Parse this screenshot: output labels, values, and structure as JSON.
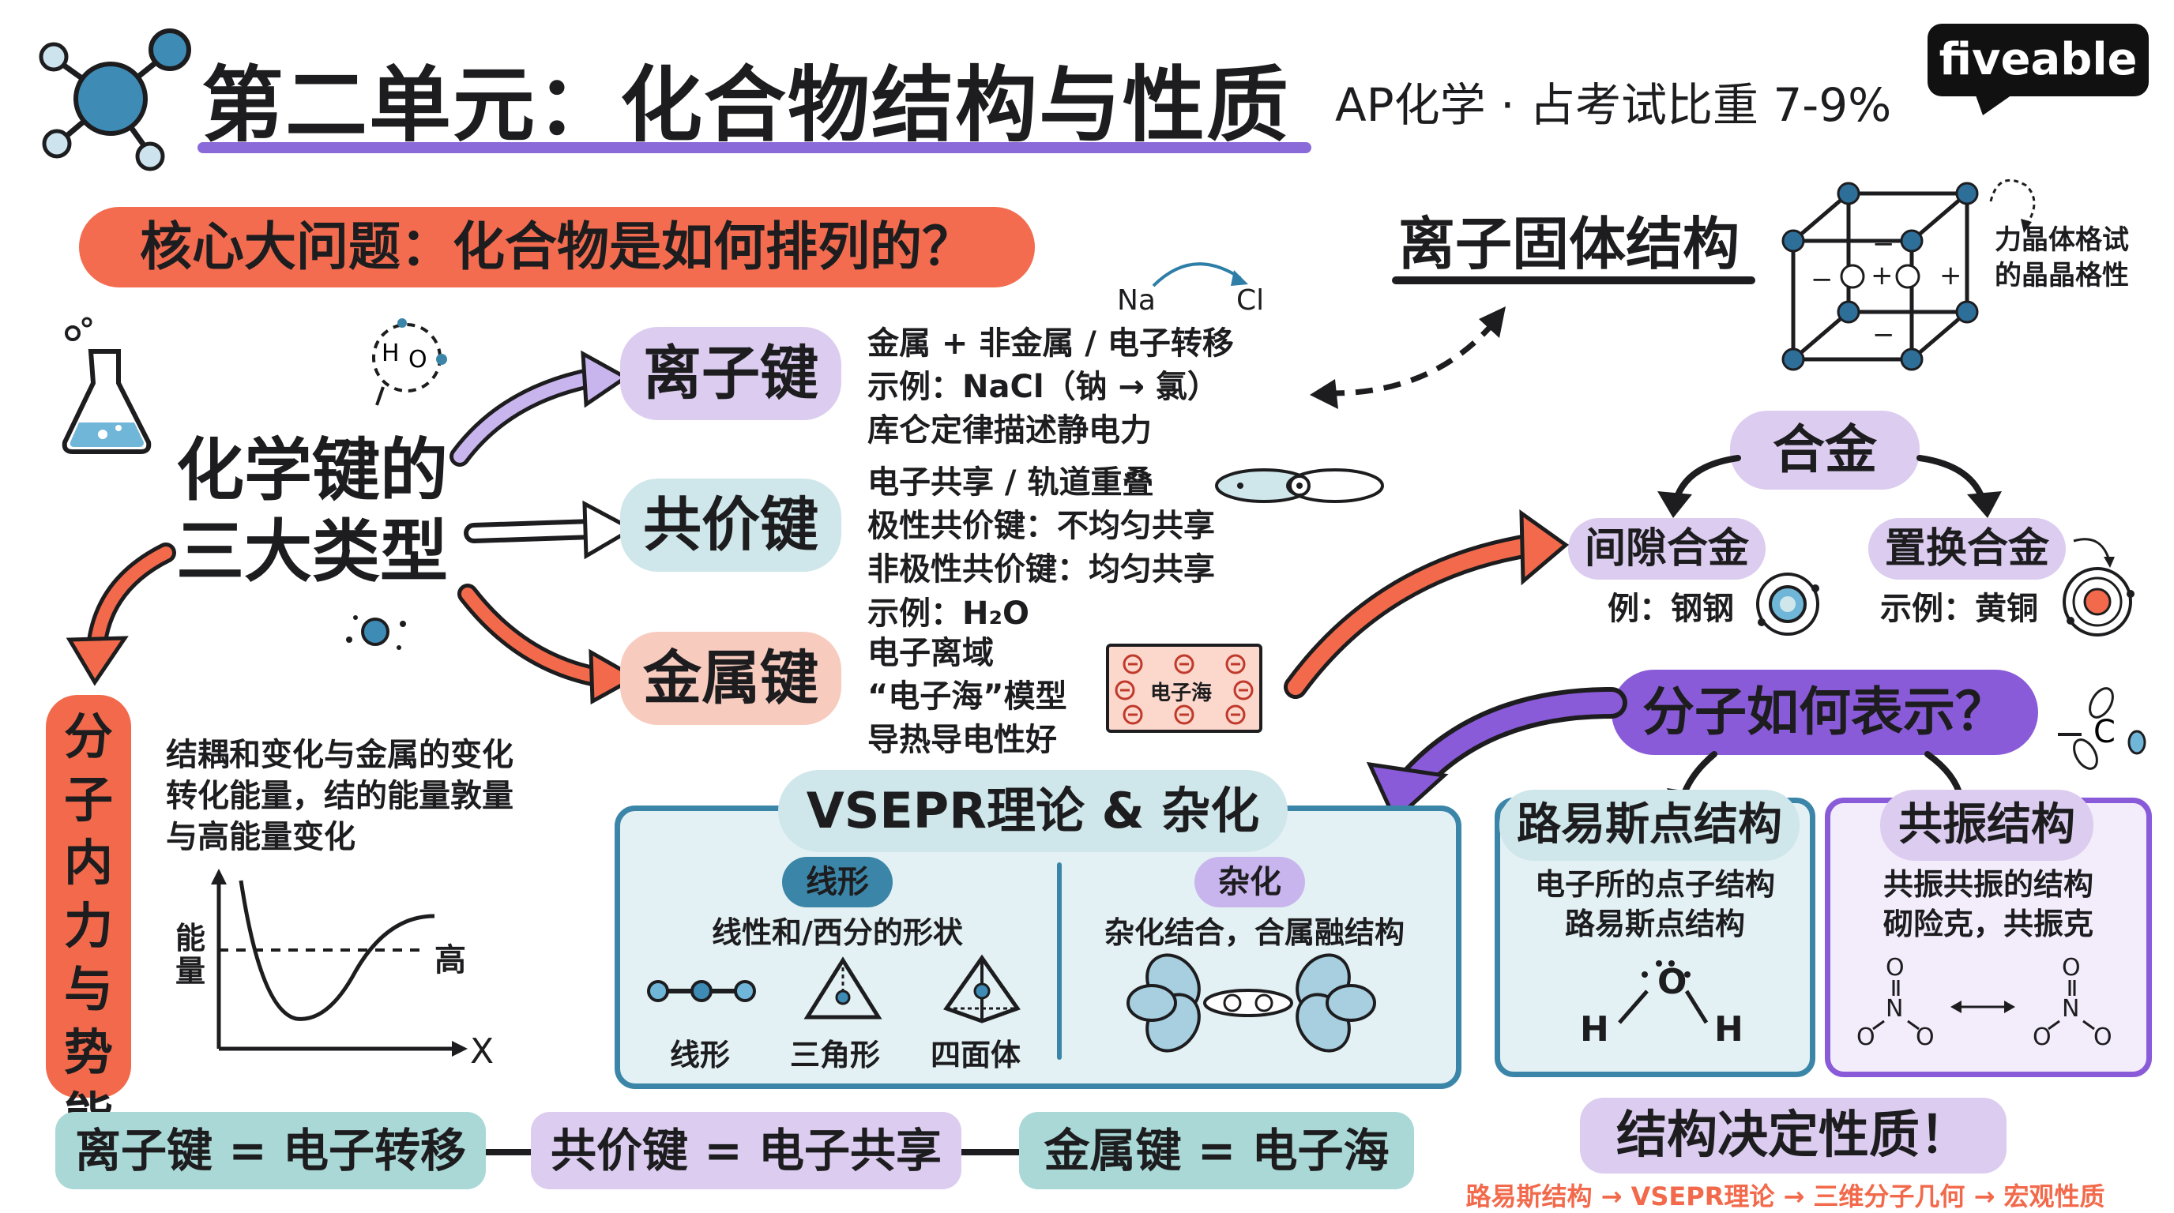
{
  "header": {
    "title": "第二单元：化合物结构与性质",
    "subtitle": "AP化学 · 占考试比重 7-9%",
    "logo": "fiveable",
    "icon": "molecule-icon"
  },
  "question": "核心大问题：化合物是如何排列的？",
  "bond_types": {
    "title_line1": "化学键的",
    "title_line2": "三大类型",
    "ionic": {
      "label": "离子键",
      "lines": [
        "金属 + 非金属 / 电子转移",
        "示例：NaCl（钠 → 氯）",
        "库仑定律描述静电力"
      ],
      "na": "Na",
      "cl": "Cl"
    },
    "covalent": {
      "label": "共价键",
      "lines": [
        "电子共享 / 轨道重叠",
        "极性共价键：不均匀共享",
        "非极性共价键：均匀共享"
      ],
      "example": "示例：H₂O"
    },
    "metallic": {
      "label": "金属键",
      "lines": [
        "电子离域",
        "“电子海”模型",
        "导热导电性好"
      ],
      "sea_label": "电子海"
    }
  },
  "ionic_solid": {
    "title": "离子固体结构",
    "caption_line1": "力晶体格试",
    "caption_line2": "的晶晶格性"
  },
  "alloys": {
    "title": "合金",
    "interstitial": {
      "label": "间隙合金",
      "example": "例：钢钢"
    },
    "substitutional": {
      "label": "置换合金",
      "example": "示例：黄铜"
    }
  },
  "representation": {
    "title": "分子如何表示？",
    "lewis": {
      "title": "路易斯点结构",
      "lines": [
        "电子所的点子结构",
        "路易斯点结构"
      ],
      "atoms": [
        "H",
        "O",
        "H"
      ]
    },
    "resonance": {
      "title": "共振结构",
      "lines": [
        "共振共振的结构",
        "砌险克，共振克"
      ]
    }
  },
  "vsepr": {
    "title": "VSEPR理论 & 杂化",
    "linear": {
      "tag": "线形",
      "desc": "线性和/西分的形状",
      "shapes": [
        "线形",
        "三角形",
        "四面体"
      ]
    },
    "hybrid": {
      "tag": "杂化",
      "desc": "杂化结合，合属融结构"
    }
  },
  "imf": {
    "title": "分子内力与势能",
    "desc_lines": [
      "结耦和变化与金属的变化",
      "转化能量，结的能量敦量",
      "与高能量变化"
    ],
    "ylabel": "能量",
    "high": "高",
    "xlabel": "X"
  },
  "summary": {
    "ionic": "离子键 = 电子转移",
    "covalent": "共价键 = 电子共享",
    "metallic": "金属键 = 电子海"
  },
  "conclusion": {
    "title": "结构决定性质！",
    "chain": "路易斯结构 → VSEPR理论 → 三维分子几何 → 宏观性质"
  },
  "colors": {
    "ionic": "#dccdf0",
    "covalent": "#cfe7ea",
    "metallic": "#f8cbbf",
    "orange": "#f26a4b",
    "purple": "#8a5bd8",
    "teal": "#3b86a8"
  }
}
